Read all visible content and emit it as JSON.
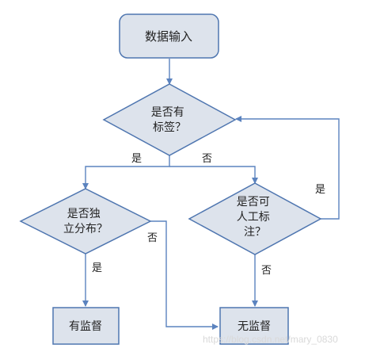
{
  "nodes": {
    "input": {
      "label": "数据输入"
    },
    "labeled": {
      "lines": [
        "是否有",
        "标签？"
      ]
    },
    "independent": {
      "lines": [
        "是否独",
        "立分布？"
      ]
    },
    "human": {
      "lines": [
        "是否可",
        "人工标",
        "注？"
      ]
    },
    "supervised": {
      "label": "有监督"
    },
    "unsupervised": {
      "label": "无监督"
    }
  },
  "edges": {
    "labeled_yes": "是",
    "labeled_no": "否",
    "independent_yes": "是",
    "independent_no": "否",
    "human_yes": "是",
    "human_no": "否"
  },
  "watermark": "https://blog.csdn.net/mary_0830",
  "colors": {
    "fill": "#dde3ec",
    "stroke": "#4f76b0",
    "arrow": "#5b83bf",
    "text": "#222222"
  }
}
